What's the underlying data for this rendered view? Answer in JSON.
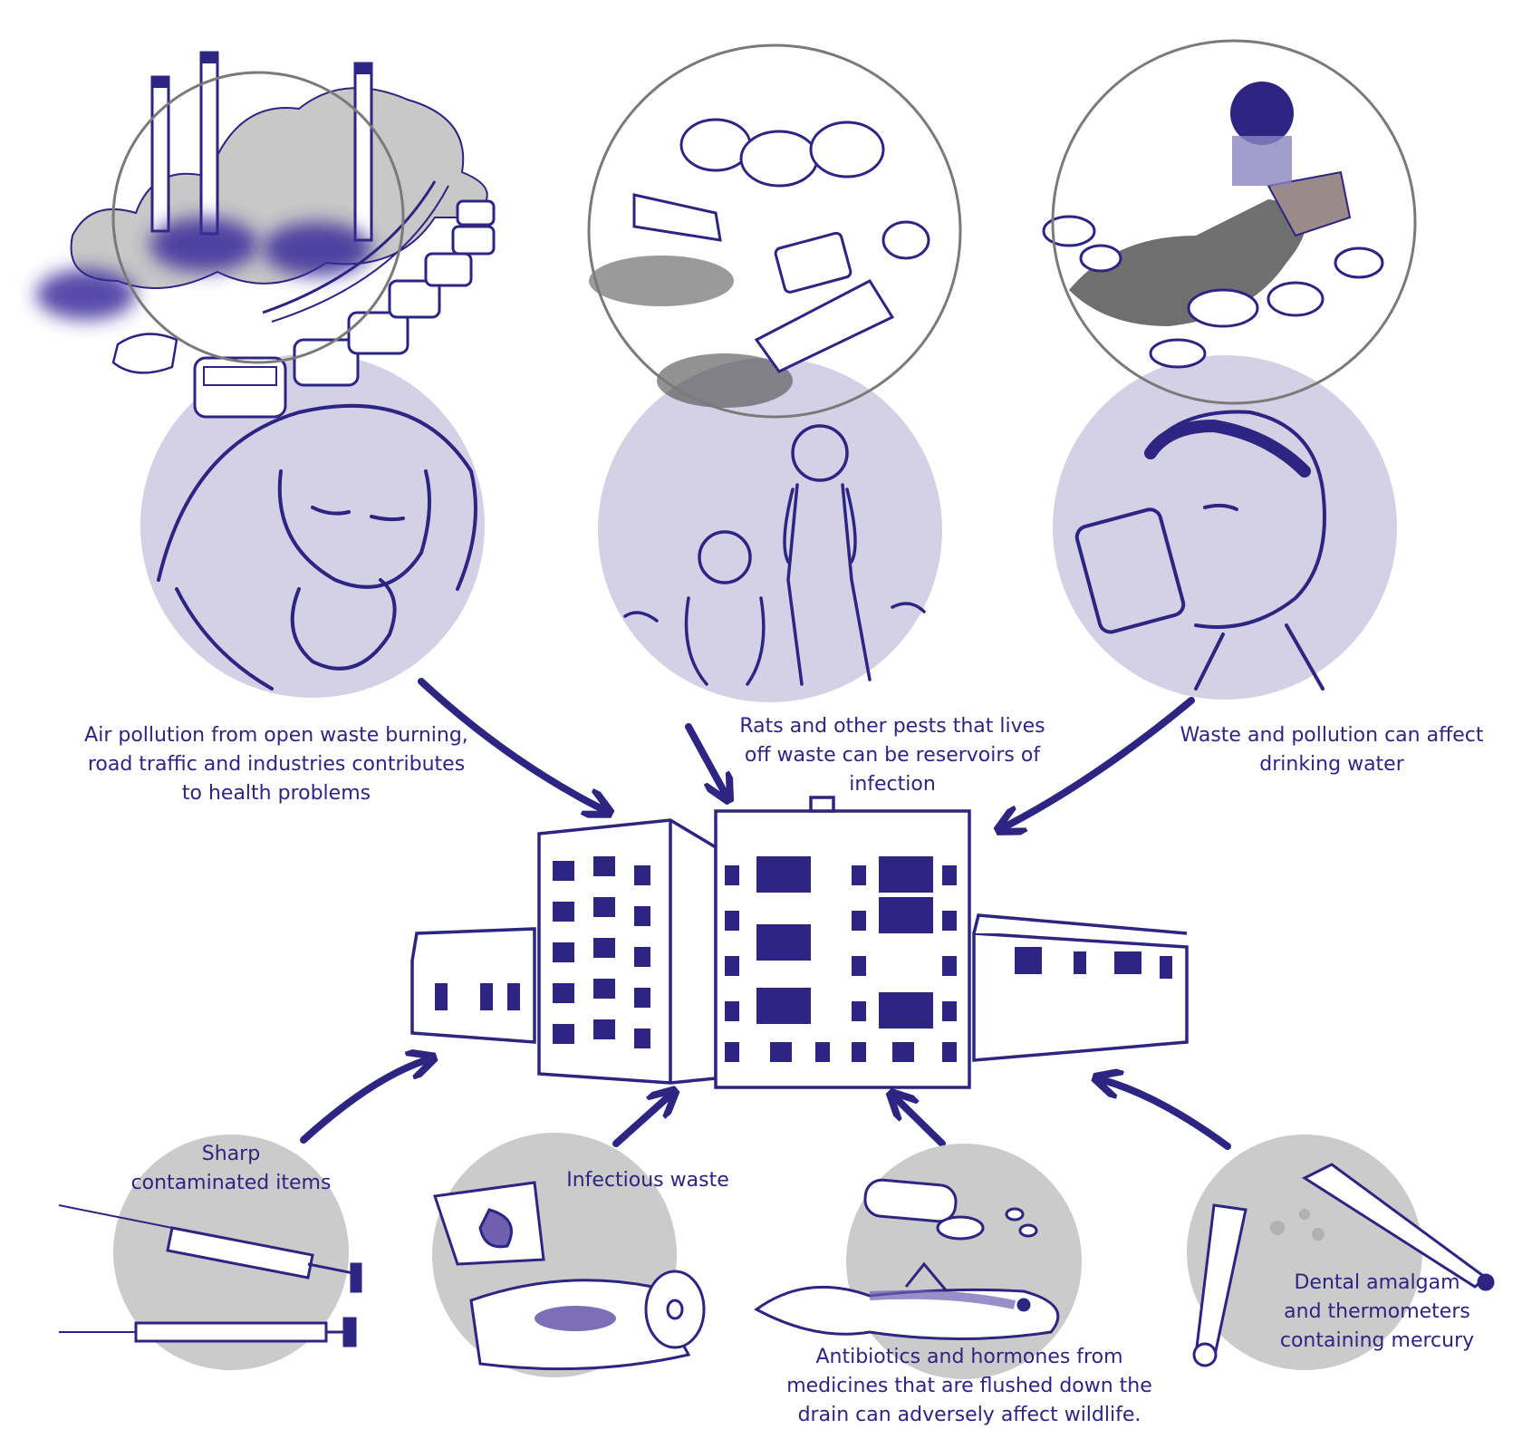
{
  "colors": {
    "ink": "#2e2481",
    "lavender": "#d4d0e6",
    "grey_disc": "#cbcbcb",
    "ring": "#7a7a7a",
    "smoke": "#c8c8c8",
    "smoke_dark": "#3a2a9a",
    "water_dark": "#6f6f6f"
  },
  "captions": {
    "air": [
      "Air pollution from open waste burning,",
      "road traffic and industries contributes",
      "to health problems"
    ],
    "rats": [
      "Rats and other pests that lives",
      "off waste can be reservoirs of",
      "infection"
    ],
    "water": [
      "Waste and pollution can affect",
      "drinking water"
    ],
    "sharp": [
      "Sharp",
      "contaminated items"
    ],
    "infectious": [
      "Infectious waste"
    ],
    "medicines": [
      "Antibiotics and hormones from",
      "medicines that are flushed down the",
      "drain can adversely affect wildlife."
    ],
    "mercury": [
      "Dental amalgam",
      "and thermometers",
      "containing mercury"
    ]
  }
}
